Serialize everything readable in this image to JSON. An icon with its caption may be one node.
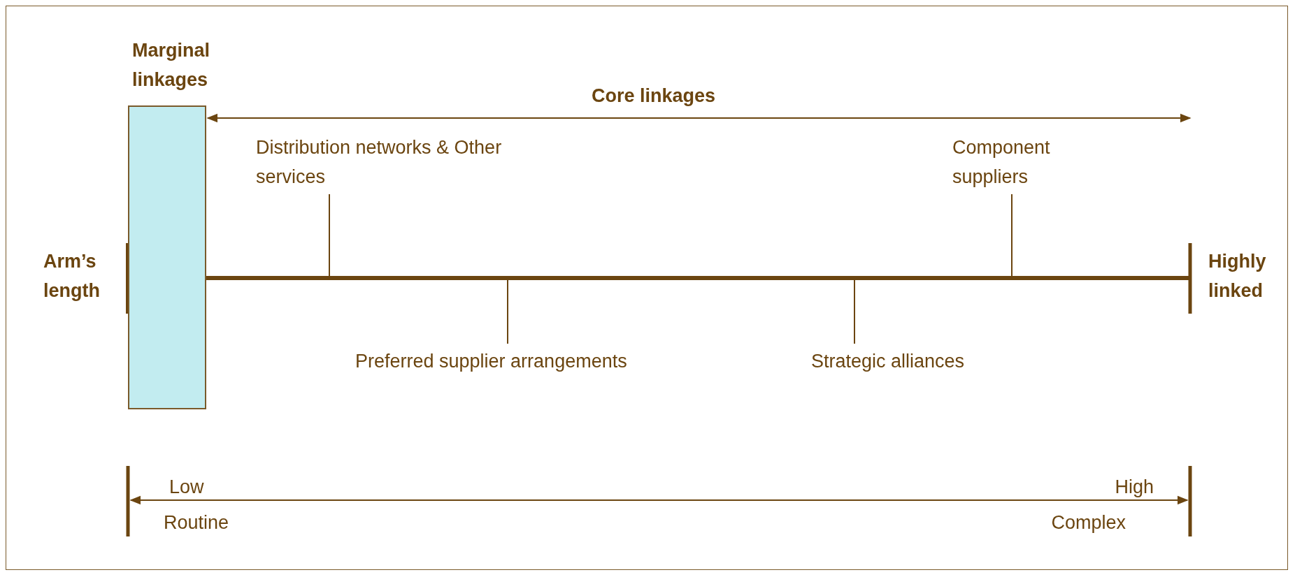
{
  "diagram": {
    "nodes": [
      {
        "text": [
          "Marginal linkages"
        ]
      },
      {
        "text": [
          "Arm’s length"
        ]
      },
      {
        "text": [
          "Highly linked"
        ]
      },
      {
        "text": [],
        "shape": "bar"
      },
      {
        "text": [
          "Distribution networks & Other services"
        ]
      },
      {
        "text": [
          "Component suppliers"
        ]
      },
      {
        "text": [
          "Preferred supplier arrangements"
        ]
      },
      {
        "text": [
          "Strategic alliances"
        ]
      }
    ],
    "edges": [
      {
        "from": 4,
        "to": 3,
        "arrow": "none"
      },
      {
        "from": 5,
        "to": 3,
        "arrow": "none"
      },
      {
        "from": 6,
        "to": 3,
        "arrow": "none"
      },
      {
        "from": 7,
        "to": 3,
        "arrow": "none"
      }
    ],
    "labels": [
      "Core linkages",
      "Low",
      "High",
      "Routine",
      "Complex"
    ]
  }
}
